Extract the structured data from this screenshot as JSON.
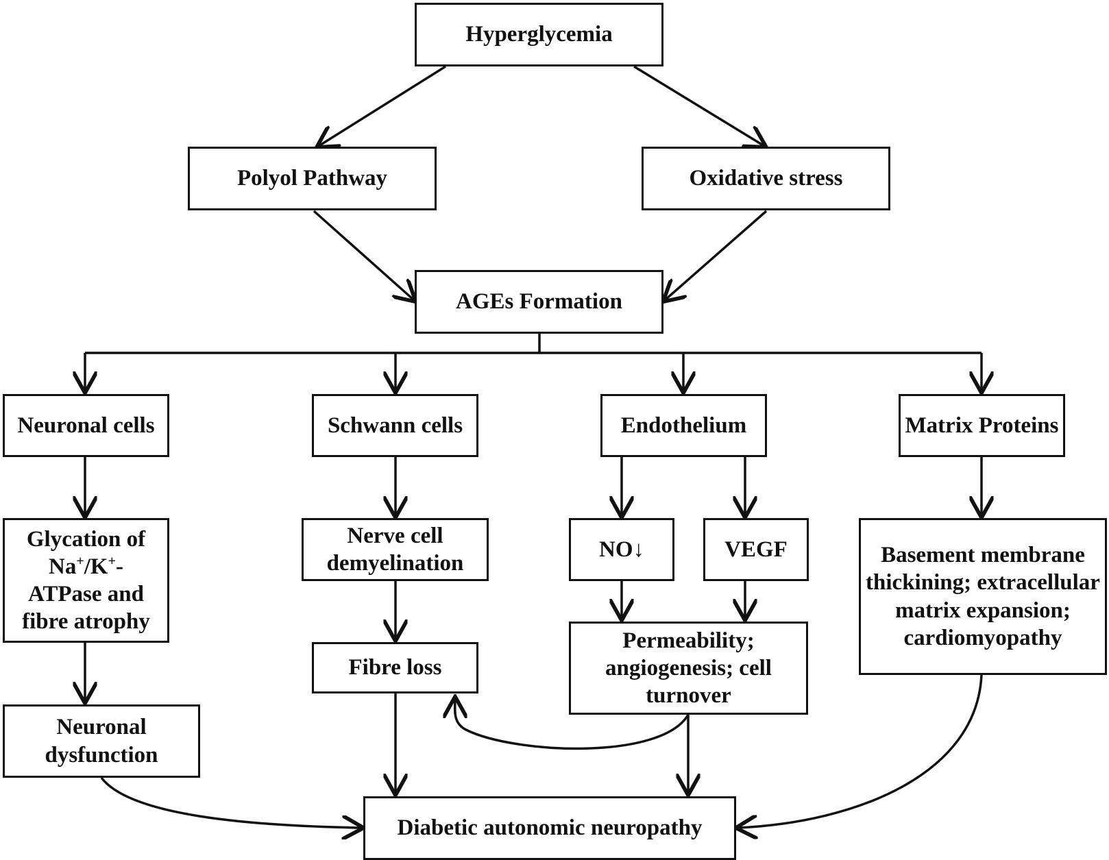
{
  "diagram": {
    "nodes": {
      "hyperglycemia": "Hyperglycemia",
      "polyol": "Polyol Pathway",
      "oxidative": "Oxidative stress",
      "ages": "AGEs Formation",
      "neuronal_cells": "Neuronal cells",
      "schwann": "Schwann cells",
      "endothelium": "Endothelium",
      "matrix": "Matrix Proteins",
      "glycation": {
        "line1": "Glycation of",
        "na": "Na",
        "plus1": "+",
        "slash_k": "/K",
        "plus2": "+",
        "dash": "-",
        "line3": "ATPase and",
        "line4": "fibre atrophy"
      },
      "demyelination": "Nerve cell demyelination",
      "no": "NO↓",
      "vegf": "VEGF",
      "basement": "Basement membrane thickining; extracellular matrix expansion; cardiomyopathy",
      "neuronal_dysfunction": "Neuronal dysfunction",
      "fibre_loss": "Fibre loss",
      "permeability": "Permeability; angiogenesis; cell turnover",
      "dan": "Diabetic autonomic neuropathy"
    }
  }
}
